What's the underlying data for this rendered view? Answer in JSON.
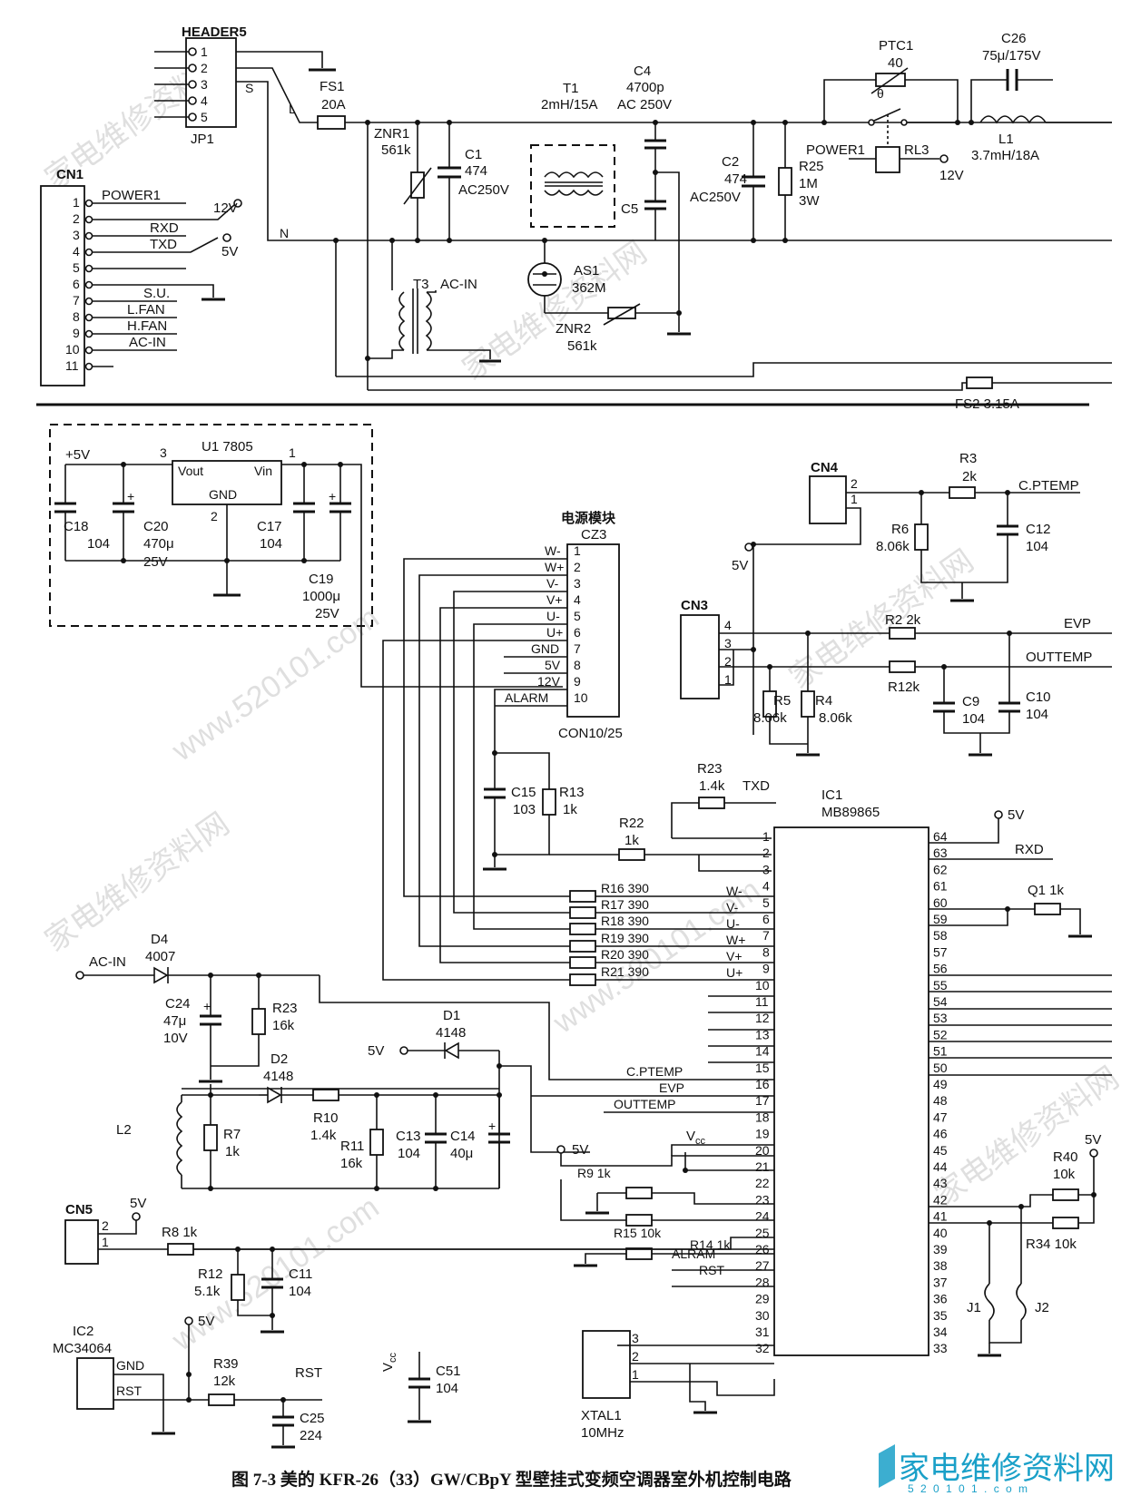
{
  "header5": {
    "title": "HEADER5",
    "ref": "JP1",
    "pins": [
      "1",
      "2",
      "3",
      "4",
      "5"
    ],
    "s_label": "S",
    "l_label": "L",
    "n_label": "N"
  },
  "cn1": {
    "title": "CN1",
    "pins": [
      "1",
      "2",
      "3",
      "4",
      "5",
      "6",
      "7",
      "8",
      "9",
      "10",
      "11"
    ],
    "signals": [
      "POWER1",
      "RXD",
      "TXD",
      "S.U.",
      "L.FAN",
      "H.FAN",
      "AC-IN"
    ],
    "v12": "12V",
    "v5": "5V"
  },
  "power_stage": {
    "fs1": [
      "FS1",
      "20A"
    ],
    "znr1": [
      "ZNR1",
      "561k"
    ],
    "c1": [
      "C1",
      "474",
      "AC250V"
    ],
    "t1": [
      "T1",
      "2mH/15A"
    ],
    "c4": [
      "C4",
      "4700p",
      "AC  250V"
    ],
    "c5": "C5",
    "c2": [
      "C2",
      "474",
      "AC250V"
    ],
    "r25": [
      "R25",
      "1M",
      "3W"
    ],
    "ptc1": [
      "PTC1",
      "40"
    ],
    "theta": "θ",
    "c26": [
      "C26",
      "75μ/175V"
    ],
    "l1": [
      "L1",
      "3.7mH/18A"
    ],
    "relay": [
      "POWER1",
      "RL3",
      "12V"
    ],
    "as1": [
      "AS1",
      "362M"
    ],
    "znr2": [
      "ZNR2",
      "561k"
    ],
    "t3": [
      "T3",
      "AC-IN"
    ],
    "fs2": "FS2 3.15A"
  },
  "regulator": {
    "u1": "U1 7805",
    "vout": "Vout",
    "vin": "Vin",
    "gnd": "GND",
    "pins": [
      "3",
      "1",
      "2"
    ],
    "p5v": "+5V",
    "c18": [
      "C18",
      "104"
    ],
    "c20": [
      "C20",
      "470μ",
      "25V"
    ],
    "c17": [
      "C17",
      "104"
    ],
    "c19": [
      "C19",
      "1000μ",
      "25V"
    ]
  },
  "module": {
    "title": "电源模块",
    "ref": "CZ3",
    "part": "CON10/25",
    "signals": [
      "W-",
      "W+",
      "V-",
      "V+",
      "U-",
      "U+",
      "GND",
      "5V",
      "12V",
      "ALARM"
    ],
    "pins": [
      "1",
      "2",
      "3",
      "4",
      "5",
      "6",
      "7",
      "8",
      "9",
      "10"
    ]
  },
  "sensors": {
    "cn4": "CN4",
    "cn3": "CN3",
    "cn4_pins": [
      "2",
      "1"
    ],
    "cn3_pins": [
      "4",
      "3",
      "2",
      "1"
    ],
    "r3": [
      "R3",
      "2k"
    ],
    "r6": [
      "R6",
      "8.06k"
    ],
    "c12": [
      "C12",
      "104"
    ],
    "r2": "R2 2k",
    "r12": "R12k",
    "r5": [
      "R5",
      "8.06k"
    ],
    "r4": [
      "R4",
      "8.06k"
    ],
    "c9": [
      "C9",
      "104"
    ],
    "c10": [
      "C10",
      "104"
    ],
    "cptemp": "C.PTEMP",
    "evp": "EVP",
    "outtemp": "OUTTEMP",
    "v5": "5V"
  },
  "mcu": {
    "ref": "IC1",
    "part": "MB89865",
    "left_pins": [
      "1",
      "2",
      "3",
      "4",
      "5",
      "6",
      "7",
      "8",
      "9",
      "10",
      "11",
      "12",
      "13",
      "14",
      "15",
      "16",
      "17",
      "18",
      "19",
      "20",
      "21",
      "22",
      "23",
      "24",
      "25",
      "26",
      "27",
      "28",
      "29",
      "30",
      "31",
      "32"
    ],
    "right_pins": [
      "64",
      "63",
      "62",
      "61",
      "60",
      "59",
      "58",
      "57",
      "56",
      "55",
      "54",
      "53",
      "52",
      "51",
      "50",
      "49",
      "48",
      "47",
      "46",
      "45",
      "44",
      "43",
      "42",
      "41",
      "40",
      "39",
      "38",
      "37",
      "36",
      "35",
      "34",
      "33"
    ],
    "left_labels": {
      "4": "W-",
      "5": "V-",
      "6": "U-",
      "7": "W+",
      "8": "V+",
      "9": "U+",
      "15": "C.PTEMP",
      "16": "EVP",
      "17": "OUTTEMP",
      "26": "ALRAM",
      "27": "RST"
    },
    "vcc": "V",
    "vcc_sub": "cc",
    "v5": "5V",
    "rxd": "RXD",
    "txd": "TXD"
  },
  "left_parts": {
    "c15": [
      "C15",
      "103"
    ],
    "r13": [
      "R13",
      "1k"
    ],
    "r23": [
      "R23",
      "1.4k"
    ],
    "r22": [
      "R22",
      "1k"
    ],
    "rn": [
      "R16 390",
      "R17 390",
      "R18 390",
      "R19 390",
      "R20 390",
      "R21 390"
    ],
    "q1": "Q1 1k",
    "d4": [
      "D4",
      "4007"
    ],
    "acin": "AC-IN",
    "c24": [
      "C24",
      "47μ",
      "10V"
    ],
    "r23b": [
      "R23",
      "16k"
    ],
    "d1": [
      "D1",
      "4148"
    ],
    "d2": [
      "D2",
      "4148"
    ],
    "v5": "5V",
    "l2": "L2",
    "r7": [
      "R7",
      "1k"
    ],
    "r10": [
      "R10",
      "1.4k"
    ],
    "r11": [
      "R11",
      "16k"
    ],
    "c13": [
      "C13",
      "104"
    ],
    "c14": [
      "C14",
      "40μ"
    ],
    "r9": "R9 1k",
    "r15": "R15 10k",
    "r14": "R14 1k",
    "cn5": "CN5",
    "cn5_pins": [
      "2",
      "1"
    ],
    "r8": "R8 1k",
    "r12": [
      "R12",
      "5.1k"
    ],
    "c11": [
      "C11",
      "104"
    ],
    "ic2": [
      "IC2",
      "MC34064"
    ],
    "ic2_pins": [
      "GND",
      "RST"
    ],
    "r39": [
      "R39",
      "12k"
    ],
    "rst": "RST",
    "c25": [
      "C25",
      "224"
    ],
    "vcc": "V",
    "vcc_sub": "cc",
    "c51": [
      "C51",
      "104"
    ],
    "xtal": [
      "XTAL1",
      "10MHz"
    ],
    "xtal_pins": [
      "3",
      "2",
      "1"
    ],
    "r40": [
      "R40",
      "10k"
    ],
    "r34": "R34 10k",
    "j1": "J1",
    "j2": "J2"
  },
  "caption": "图 7-3   美的 KFR-26（33）GW/CBpY 型壁挂式变频空调器室外机控制电路",
  "watermarks": [
    "家电维修资料网",
    "www.520101.com"
  ],
  "logo": {
    "text": "家电维修资料网",
    "url": "5 2 0 1 0 1 . c o m"
  }
}
